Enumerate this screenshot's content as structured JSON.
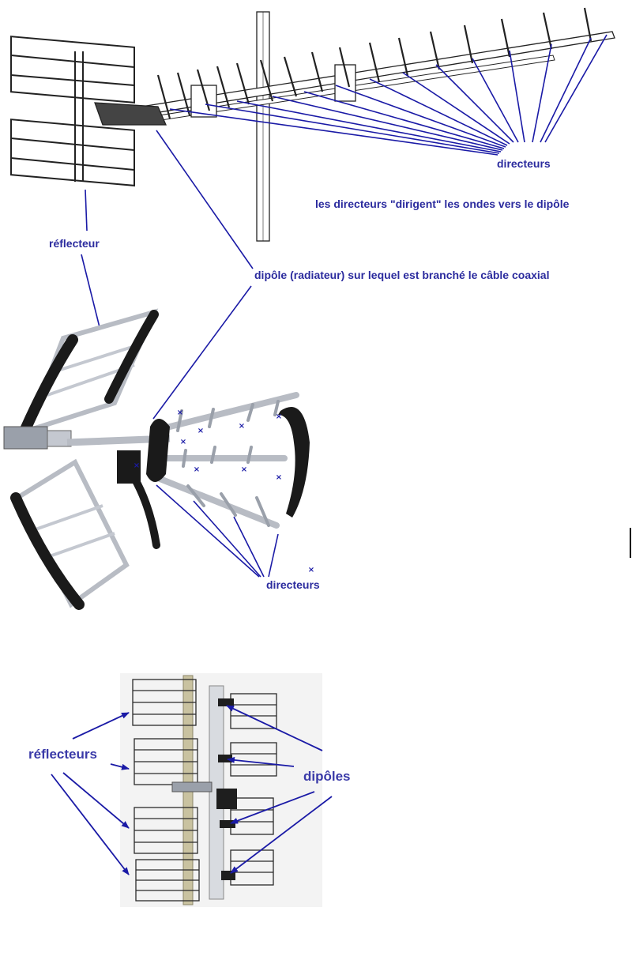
{
  "labels": {
    "directeurs_top": "directeurs",
    "directeurs_note": "les directeurs \"dirigent\" les ondes vers le dipôle",
    "reflecteur": "réflecteur",
    "dipole_note": "dipôle (radiateur) sur lequel est branché le câble coaxial",
    "directeurs_mid": "directeurs",
    "reflecteurs": "réflecteurs",
    "dipoles": "dipôles"
  },
  "marker_glyph": "×",
  "colors": {
    "annotation": "#1a1aa6",
    "label_text": "#2b2b9e",
    "reflector_black": "#1a1a1a",
    "metal": "#b8bcc4",
    "metal_dark": "#6d7079",
    "line_art": "#222222"
  }
}
